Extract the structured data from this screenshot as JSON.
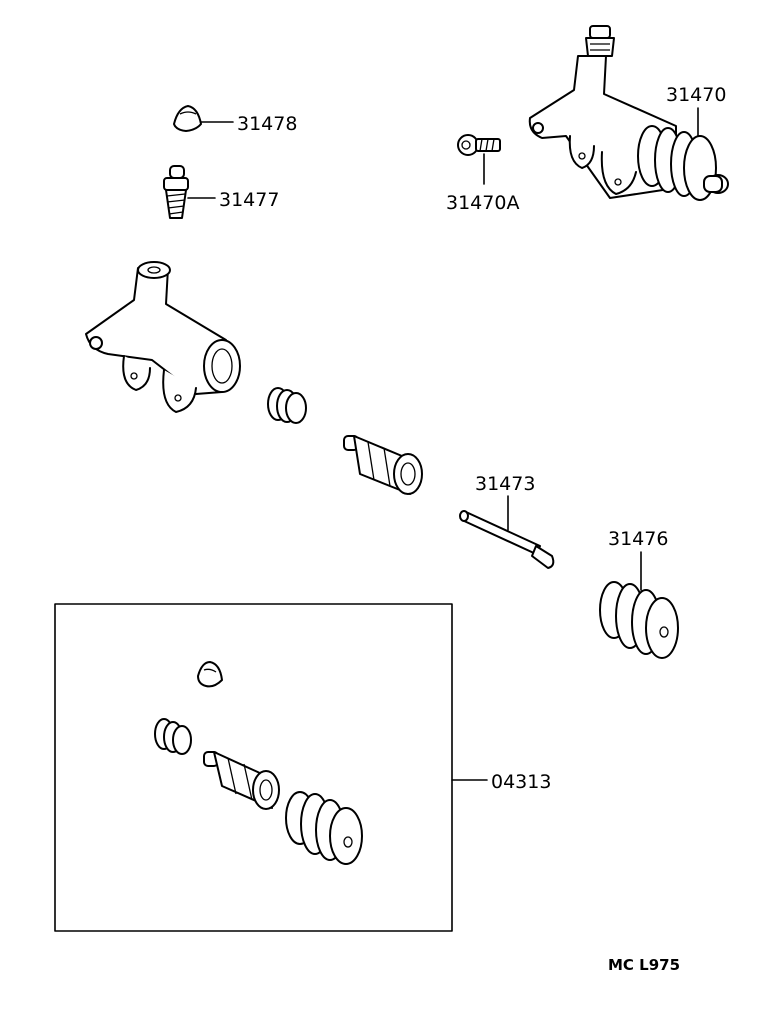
{
  "labels": {
    "p31478": "31478",
    "p31477": "31477",
    "p31470": "31470",
    "p31470a": "31470A",
    "p31473": "31473",
    "p31476": "31476",
    "p04313": "04313"
  },
  "reference": "MC L975"
}
